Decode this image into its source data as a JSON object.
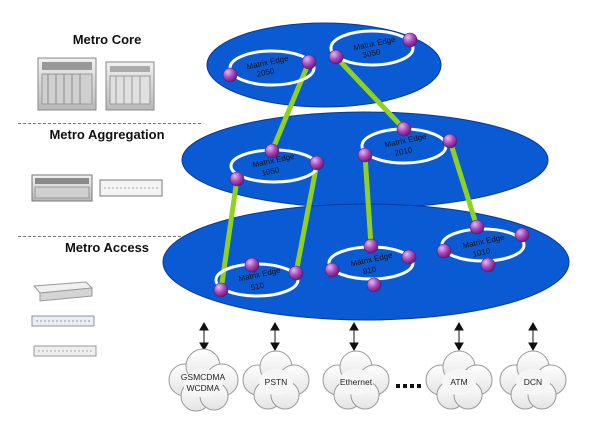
{
  "layers": {
    "core": "Metro Core",
    "aggregation": "Metro Aggregation",
    "access": "Metro Access"
  },
  "rings": [
    {
      "line1": "Matrix Edge",
      "line2": "2050"
    },
    {
      "line1": "Matrix Edge",
      "line2": "3050"
    },
    {
      "line1": "Matrix Edge",
      "line2": "1050"
    },
    {
      "line1": "Matrix Edge",
      "line2": "2010"
    },
    {
      "line1": "Matrix Edge",
      "line2": "510"
    },
    {
      "line1": "Matrix Edge",
      "line2": "810"
    },
    {
      "line1": "Matrix Edge",
      "line2": "1010"
    }
  ],
  "services": [
    {
      "line1": "GSMCDMA",
      "line2": "WCDMA"
    },
    {
      "line1": "PSTN",
      "line2": ""
    },
    {
      "line1": "Ethernet",
      "line2": ""
    },
    {
      "line1": "ATM",
      "line2": ""
    },
    {
      "line1": "DCN",
      "line2": ""
    }
  ],
  "colors": {
    "ellipse_blue": "#0a5ad4",
    "link_green": "#8fd11f",
    "node_purple": "#9b3bb0"
  }
}
